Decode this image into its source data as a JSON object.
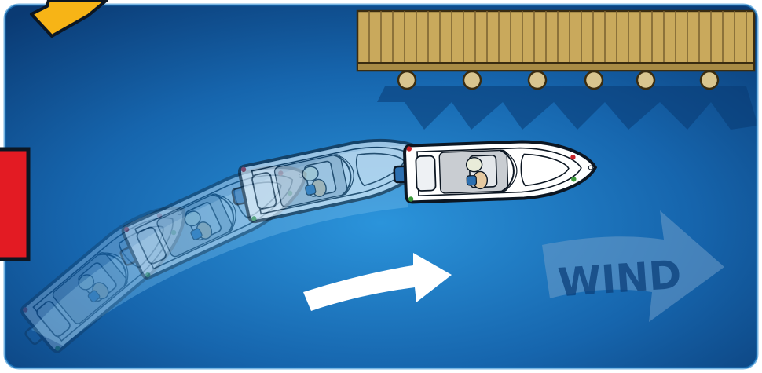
{
  "scene": {
    "type": "boat-docking-diagram",
    "wind_label": "WIND",
    "colors": {
      "water_deep": "#0b3f7a",
      "water_light": "#1f86d0",
      "dock_wood": "#c9a95c",
      "dock_plank_line": "#7d6431",
      "piling": "#d9c58f",
      "hull": "#ffffff",
      "outline": "#0c1622",
      "motor": "#2c6fb0",
      "arrow_white": "#ffffff",
      "wind_arrow": "#6e9cc9",
      "red_panel": "#e31b23",
      "yellow_arrow": "#f7b416",
      "nav_red": "#c8242b",
      "nav_green": "#3d9a3a"
    },
    "elements": [
      {
        "name": "dock",
        "pilings": 6
      },
      {
        "name": "boat-current",
        "ghost": false
      },
      {
        "name": "boat-ghosts",
        "count": 3
      },
      {
        "name": "turn-arrow"
      },
      {
        "name": "wind-arrow"
      },
      {
        "name": "red-side-panel"
      },
      {
        "name": "yellow-corner-arrow"
      }
    ]
  }
}
